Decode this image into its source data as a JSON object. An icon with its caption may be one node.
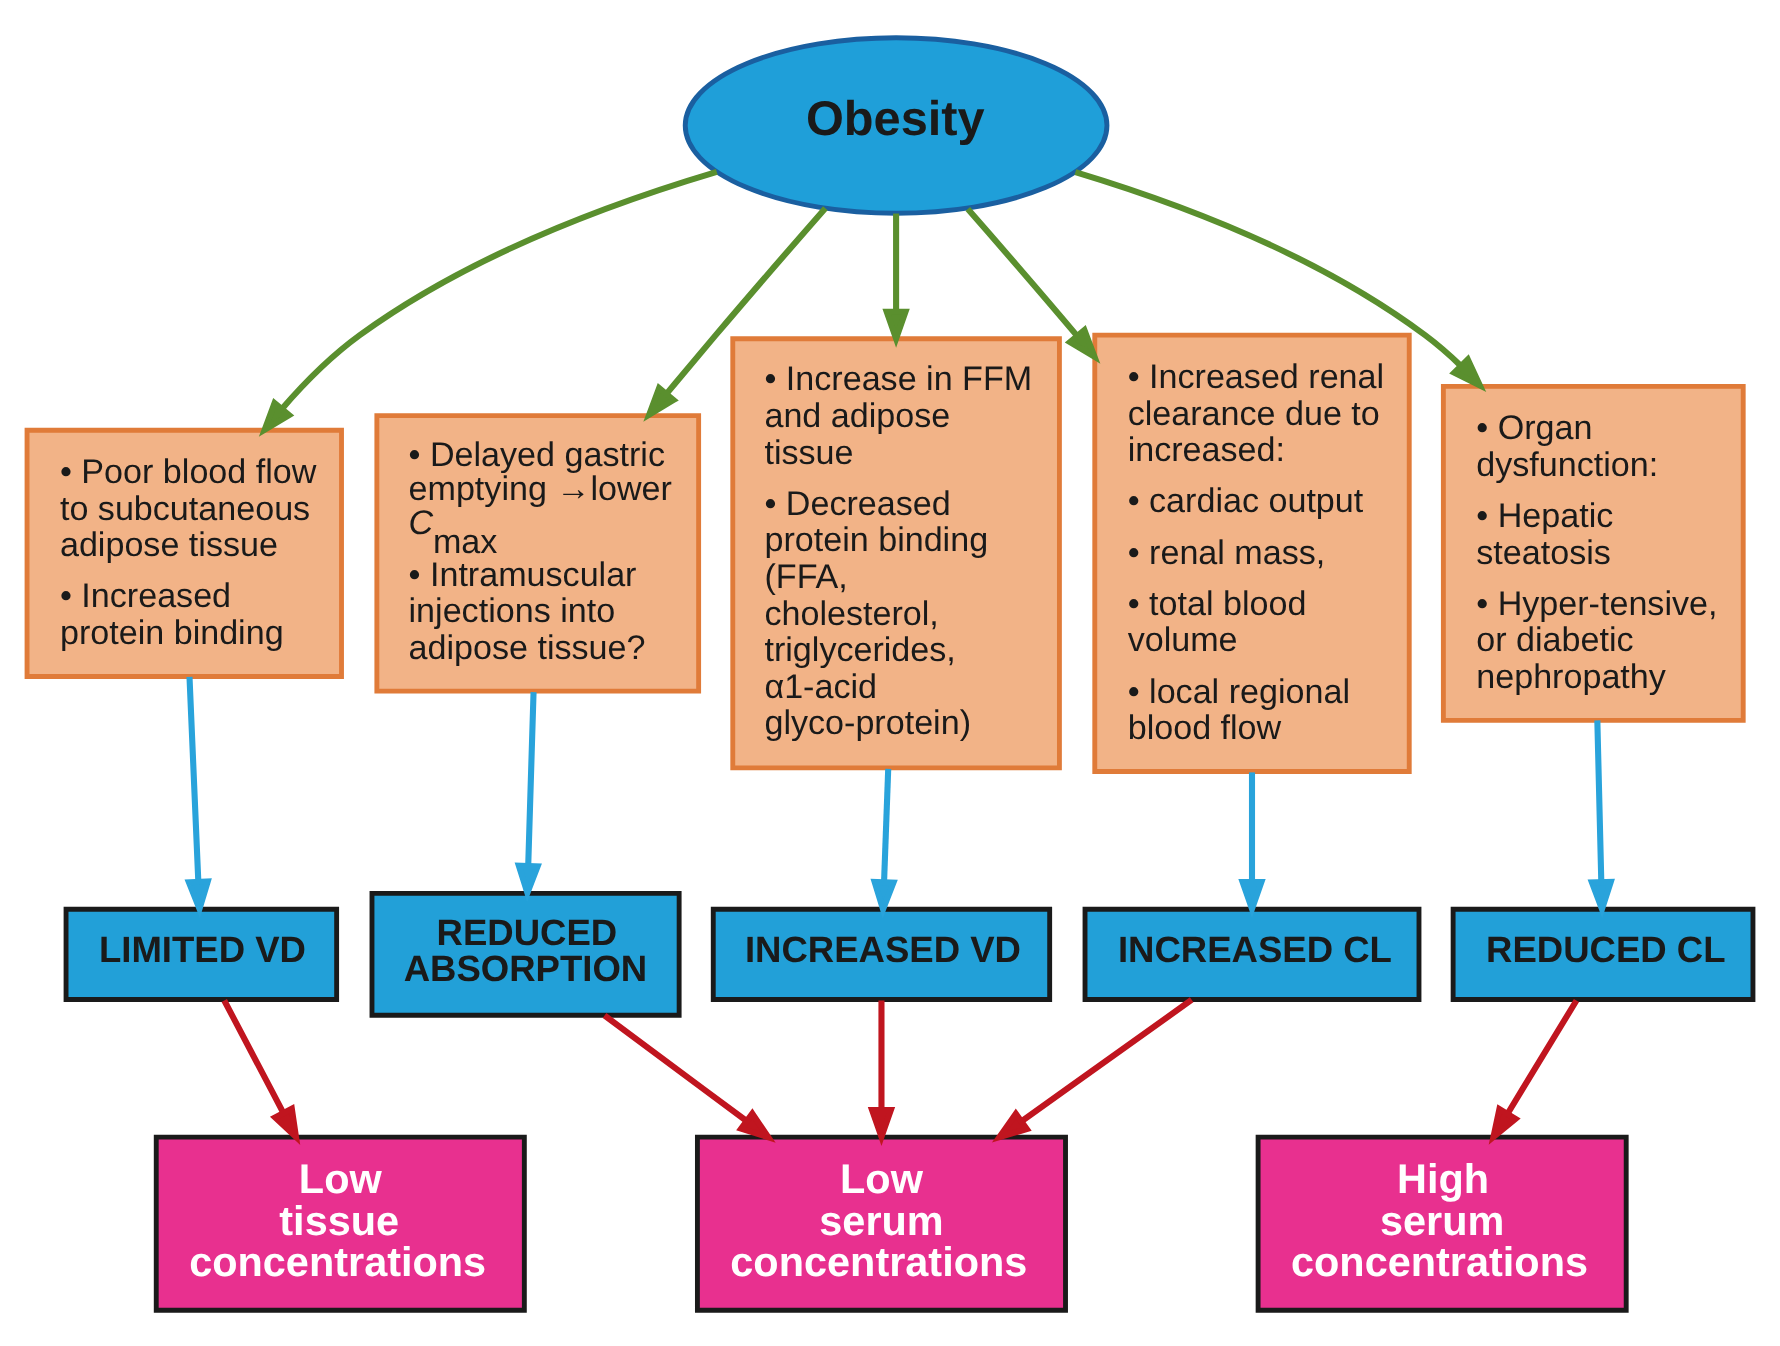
{
  "diagram": {
    "nodes": [
      {
        "text": [
          "Obesity"
        ]
      },
      {
        "text": [
          "• Poor blood flow to subcutaneous adipose tissue",
          "• Increased protein binding"
        ]
      },
      {
        "text": [
          "• Delayed gastric emptying →lower *C*$_{max}$",
          "• Intramuscular injections into adipose tissue?"
        ]
      },
      {
        "text": [
          "• Increase in FFM and adipose tissue",
          "• Decreased protein binding (FFA, cholesterol, triglycerides, α1-acid glyco-protein)"
        ]
      },
      {
        "text": [
          "• Increased renal clearance due to increased:",
          "• cardiac output",
          "• renal mass,",
          "• total blood volume",
          "• local regional blood flow"
        ]
      },
      {
        "text": [
          "• Organ dysfunction:",
          "• Hepatic steatosis",
          "• Hyper-tensive, or diabetic nephropathy"
        ]
      },
      {
        "text": [
          "LIMITED VD"
        ]
      },
      {
        "text": [
          "REDUCED ABSORPTION"
        ]
      },
      {
        "text": [
          "INCREASED VD"
        ]
      },
      {
        "text": [
          "INCREASED CL"
        ]
      },
      {
        "text": [
          "REDUCED CL"
        ]
      },
      {
        "text": [
          "Low tissue concentrations"
        ]
      },
      {
        "text": [
          "Low serum concentrations"
        ]
      },
      {
        "text": [
          "High serum concentrations"
        ]
      }
    ],
    "edges": [
      {
        "from": 0,
        "to": 1,
        "arrow": "to",
        "color": "#5a8f2e"
      },
      {
        "from": 0,
        "to": 2,
        "arrow": "to",
        "color": "#5a8f2e"
      },
      {
        "from": 0,
        "to": 3,
        "arrow": "to",
        "color": "#5a8f2e"
      },
      {
        "from": 0,
        "to": 4,
        "arrow": "to",
        "color": "#5a8f2e"
      },
      {
        "from": 0,
        "to": 5,
        "arrow": "to",
        "color": "#5a8f2e"
      },
      {
        "from": 1,
        "to": 6,
        "arrow": "to",
        "color": "#29a3db"
      },
      {
        "from": 2,
        "to": 7,
        "arrow": "to",
        "color": "#29a3db"
      },
      {
        "from": 3,
        "to": 8,
        "arrow": "to",
        "color": "#29a3db"
      },
      {
        "from": 4,
        "to": 9,
        "arrow": "to",
        "color": "#29a3db"
      },
      {
        "from": 5,
        "to": 10,
        "arrow": "to",
        "color": "#29a3db"
      },
      {
        "from": 6,
        "to": 11,
        "arrow": "to",
        "color": "#c0151f"
      },
      {
        "from": 7,
        "to": 12,
        "arrow": "to",
        "color": "#c0151f"
      },
      {
        "from": 8,
        "to": 12,
        "arrow": "to",
        "color": "#c0151f"
      },
      {
        "from": 9,
        "to": 12,
        "arrow": "to",
        "color": "#c0151f"
      },
      {
        "from": 10,
        "to": 13,
        "arrow": "to",
        "color": "#c0151f"
      }
    ]
  }
}
